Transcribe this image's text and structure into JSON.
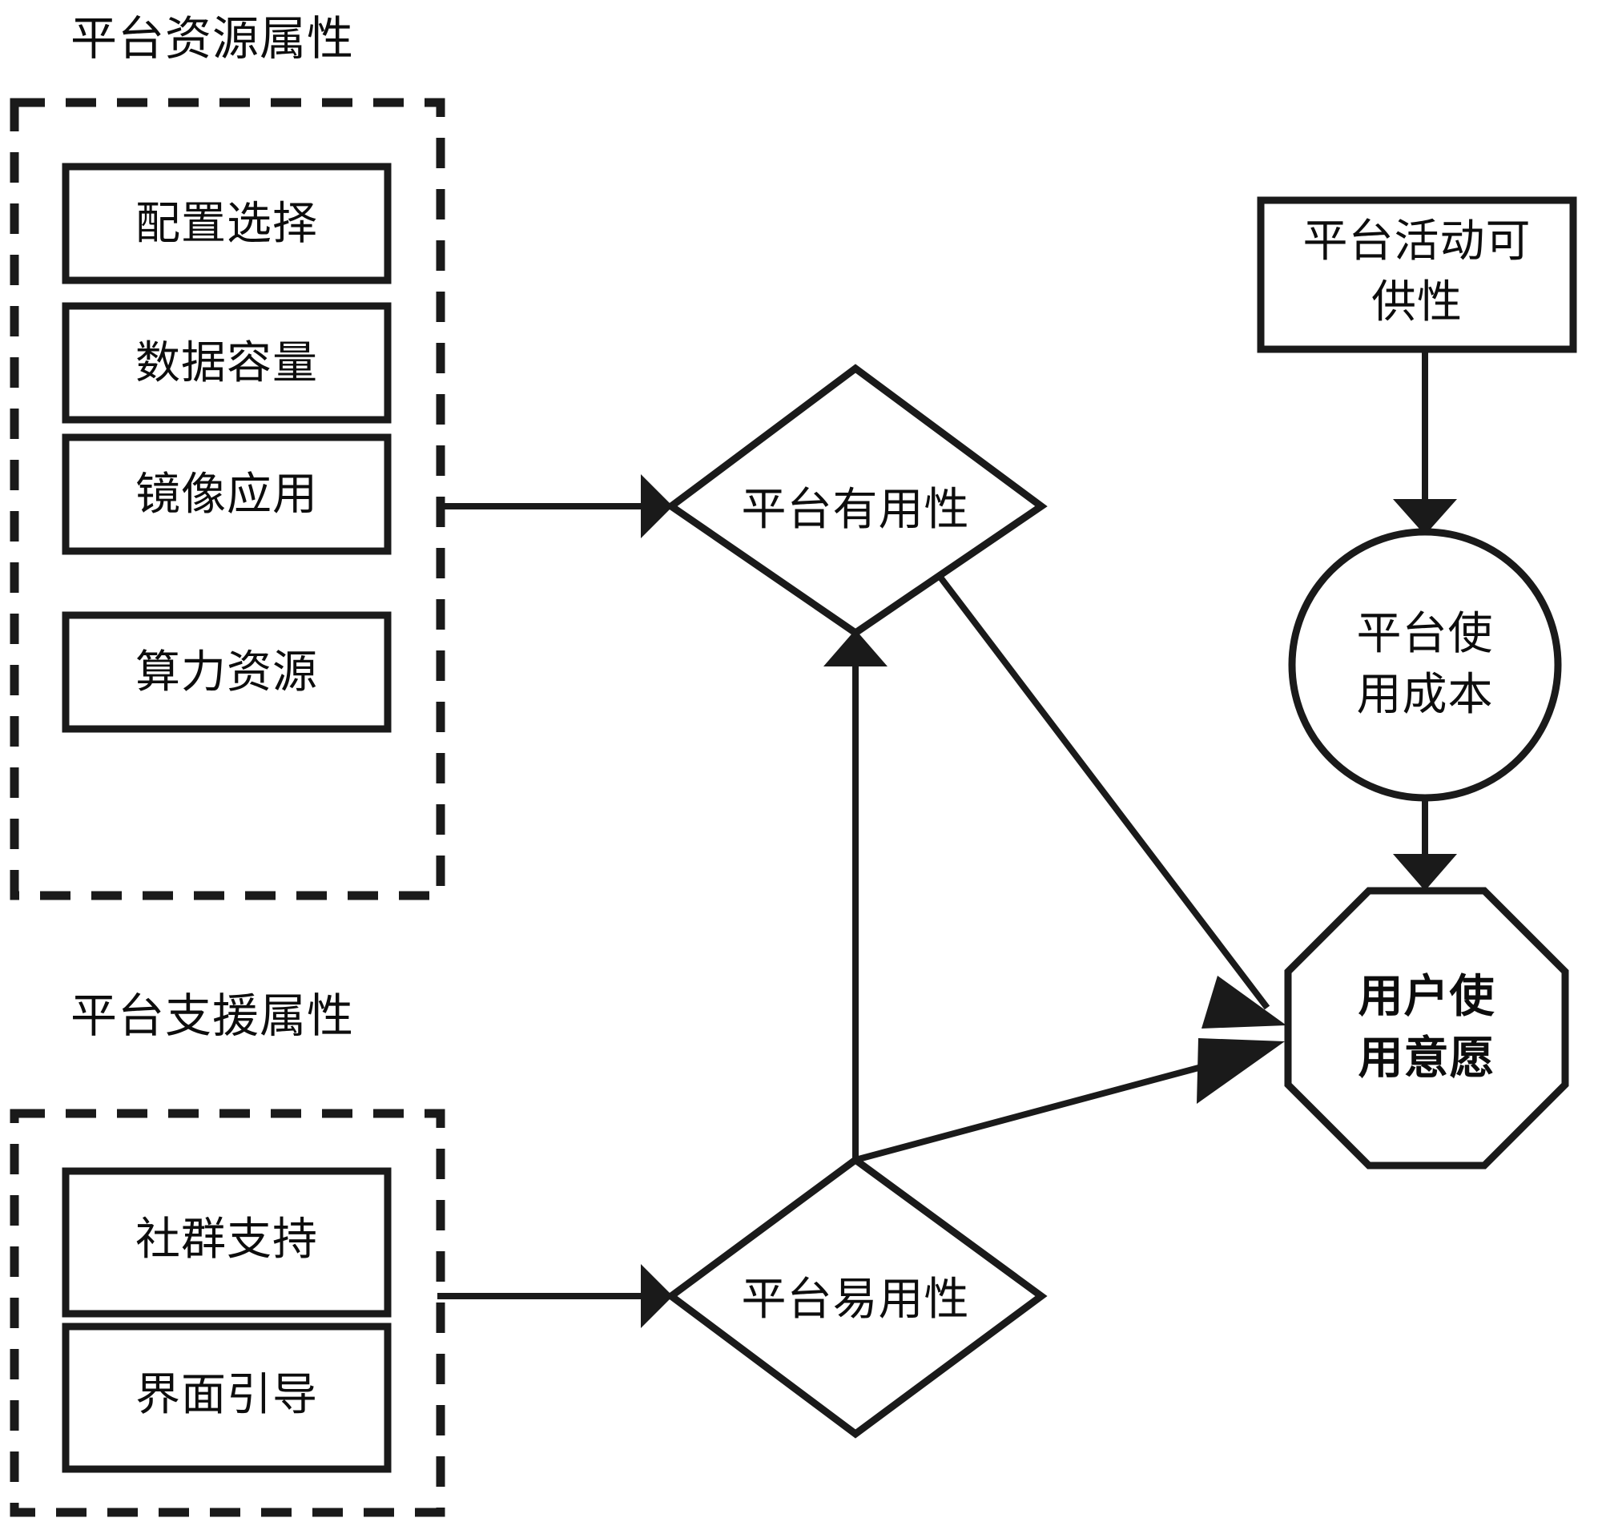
{
  "diagram": {
    "title_groups": [
      {
        "id": "resource-group",
        "label": "平台资源属性"
      },
      {
        "id": "support-group",
        "label": "平台支援属性"
      }
    ],
    "resource_group": {
      "label": "平台资源属性",
      "items": [
        {
          "label": "配置选择"
        },
        {
          "label": "数据容量"
        },
        {
          "label": "镜像应用"
        },
        {
          "label": "算力资源"
        }
      ]
    },
    "support_group": {
      "label": "平台支援属性",
      "items": [
        {
          "label": "社群支持"
        },
        {
          "label": "界面引导"
        }
      ]
    },
    "nodes": {
      "usefulness": {
        "label": "平台有用性",
        "shape": "diamond"
      },
      "ease_of_use": {
        "label": "平台易用性",
        "shape": "diamond"
      },
      "affordance": {
        "label_line1": "平台活动可",
        "label_line2": "供性",
        "shape": "rectangle"
      },
      "cost": {
        "label_line1": "平台使",
        "label_line2": "用成本",
        "shape": "circle"
      },
      "intention": {
        "label_line1": "用户使",
        "label_line2": "用意愿",
        "shape": "octagon",
        "bold": true
      }
    },
    "edges": [
      {
        "from": "resource-group",
        "to": "usefulness",
        "style": "solid-arrow"
      },
      {
        "from": "support-group",
        "to": "ease_of_use",
        "style": "solid-arrow"
      },
      {
        "from": "ease_of_use",
        "to": "usefulness",
        "style": "solid-arrow"
      },
      {
        "from": "usefulness",
        "to": "intention",
        "style": "solid-arrow"
      },
      {
        "from": "ease_of_use",
        "to": "intention",
        "style": "solid-arrow"
      },
      {
        "from": "affordance",
        "to": "cost",
        "style": "solid-arrow"
      },
      {
        "from": "cost",
        "to": "intention",
        "style": "solid-arrow"
      }
    ],
    "colors": {
      "stroke": "#1a1a1a",
      "fill": "#ffffff",
      "text": "#0d0d0d"
    }
  }
}
